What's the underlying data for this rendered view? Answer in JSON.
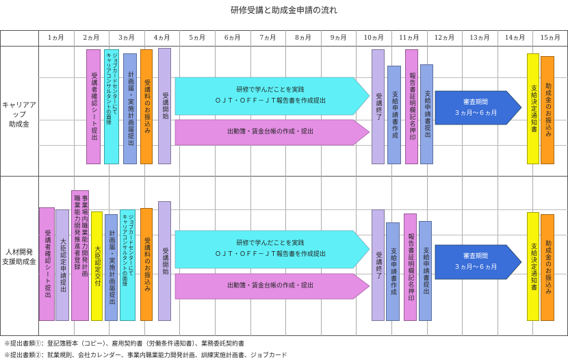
{
  "title": "研修受講と助成金申請の流れ",
  "months": [
    "1ヵ月",
    "2ヵ月",
    "3ヵ月",
    "4ヵ月",
    "5ヵ月",
    "6ヵ月",
    "7ヵ月",
    "8ヵ月",
    "9ヵ月",
    "10ヵ月",
    "11ヵ月",
    "12ヵ月",
    "13ヵ月",
    "14ヵ月",
    "15ヵ月"
  ],
  "rows": [
    {
      "label_lines": [
        "キャリアアップ",
        "助成金"
      ]
    },
    {
      "label_lines": [
        "人材開発",
        "支援助成金"
      ]
    }
  ],
  "career": {
    "bars": [
      {
        "text": "受講者確認シート提出"
      },
      {
        "text_cols": [
          "キャリアコンサルタントの面接",
          "ジョブカードセンターにて"
        ]
      },
      {
        "text_cols": [
          "計画届・実施計画届提出"
        ]
      },
      {
        "text": "受講料のお振込み"
      },
      {
        "text": "受講開始"
      },
      {
        "text": "受講終了"
      },
      {
        "text": "支給申請書作成"
      },
      {
        "text": "報告書証明欄記名押印"
      },
      {
        "text": "支給申請書提出"
      },
      {
        "text": "支給決定通知書"
      },
      {
        "text": "助成金のお振込み"
      }
    ],
    "training_arrow": {
      "line1": "研修で学んだことを実践",
      "line2": "ＯＪＴ・ＯＦＦ－ＪＴ報告書を作成提出"
    },
    "attendance_arrow": {
      "text": "出勤簿・賃金台帳の作成・提出"
    },
    "review_arrow": {
      "line1": "審査期間",
      "line2": "３ヵ月～６ヵ月"
    }
  },
  "jinzai": {
    "bars": [
      {
        "text": "受講者確認シート提出"
      },
      {
        "text": "大臣認定申請提出"
      },
      {
        "text_cols": [
          "事業場内職業能力開発計画",
          "職業能力開発推進者登録"
        ]
      },
      {
        "text": "大臣認定交付"
      },
      {
        "text_cols": [
          "計画届・実施計画届提出"
        ]
      },
      {
        "text_cols": [
          "キャリアコンサルタントの面接",
          "ジョブカードセンターにて"
        ]
      },
      {
        "text": "受講料のお振込み"
      },
      {
        "text": "受講開始"
      },
      {
        "text": "受講終了"
      },
      {
        "text": "支給申請書作成"
      },
      {
        "text": "報告書証明欄記名押印"
      },
      {
        "text": "支給申請書提出"
      },
      {
        "text": "支給決定通知書"
      },
      {
        "text": "助成金のお振込み"
      }
    ],
    "training_arrow": {
      "line1": "研修で学んだことを実践",
      "line2": "ＯＪＴ・ＯＦＦ－ＪＴ報告書を作成提出"
    },
    "attendance_arrow": {
      "text": "出勤簿・賃金台帳の作成・提出"
    },
    "review_arrow": {
      "line1": "審査期間",
      "line2": "３ヵ月～６ヵ月"
    }
  },
  "notes": [
    "※提出書類①：登記簿謄本（コピー）、雇用契約書（労働条件通知書）、業務委託契約書",
    "※提出書類②：就業規則、会社カレンダー、事業内職業能力開発計画、訓練実施計画書、ジョブカード"
  ],
  "colors": {
    "magenta": "#e48ee4",
    "lavender": "#c4b6ec",
    "cyan": "#5ef0f6",
    "orange": "#ff9e1e",
    "yellow": "#f8f40a",
    "periwinkle": "#8ea8e8",
    "blue": "#3a6ed8",
    "grid": "#555555"
  }
}
